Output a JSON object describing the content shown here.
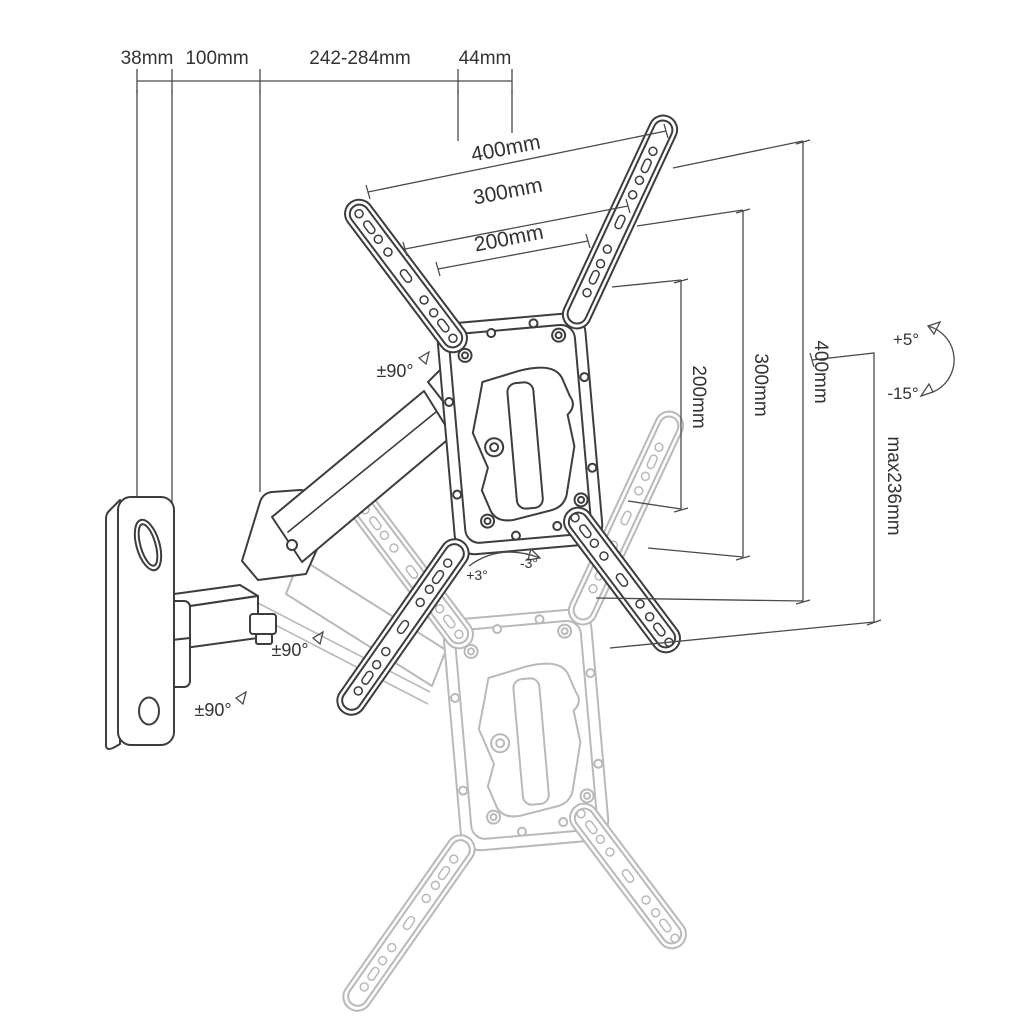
{
  "drawing": {
    "title": "tv-wall-mount-technical-drawing",
    "top_dims": [
      {
        "label": "38mm"
      },
      {
        "label": "100mm"
      },
      {
        "label": "242-284mm"
      },
      {
        "label": "44mm"
      }
    ],
    "vesa_width_dims": [
      {
        "label": "400mm"
      },
      {
        "label": "300mm"
      },
      {
        "label": "200mm"
      }
    ],
    "vesa_height_dims": [
      {
        "label": "200mm"
      },
      {
        "label": "300mm"
      },
      {
        "label": "400mm"
      }
    ],
    "height_adjustment": {
      "label": "max236mm"
    },
    "tilt": {
      "up": "+5°",
      "down": "-15°"
    },
    "level_adjust": {
      "plus": "+3°",
      "minus": "-3°"
    },
    "swivel": [
      {
        "label": "±90°"
      },
      {
        "label": "±90°"
      },
      {
        "label": "±90°"
      }
    ],
    "colors": {
      "line": "#3d3d3d",
      "ghost": "#b9b9b9",
      "dim": "#4a4a4a",
      "text": "#333333",
      "background": "#ffffff"
    }
  }
}
